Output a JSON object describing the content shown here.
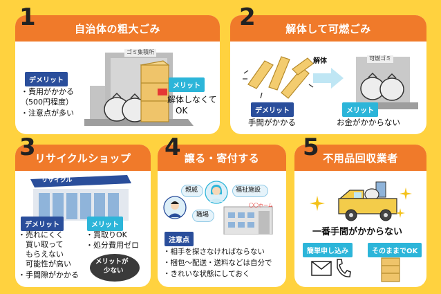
{
  "colors": {
    "background": "#FFD23F",
    "header": "#F07A2A",
    "demerit_tag": "#2A4E9B",
    "merit_tag": "#2CB5D9"
  },
  "cards": [
    {
      "number": "1",
      "title": "自治体の粗大ごみ",
      "building_sign": "ゴミ集積所",
      "demerit_label": "デメリット",
      "demerits": [
        "・費用がかかる",
        "（500円程度）",
        "・注意点が多い"
      ],
      "merit_label": "メリット",
      "merits": [
        "解体しなくて",
        "OK"
      ]
    },
    {
      "number": "2",
      "title": "解体して可燃ごみ",
      "arrow_label": "解体",
      "bin_sign": "可燃ゴミ",
      "demerit_label": "デメリット",
      "demerit": "手間がかかる",
      "merit_label": "メリット",
      "merit": "お金がかからない"
    },
    {
      "number": "3",
      "title": "リサイクルショップ",
      "shop_sign": "リサイクル",
      "demerit_label": "デメリット",
      "demerits": [
        "・売れにくく",
        "　買い取って",
        "　もらえない",
        "　可能性が高い",
        "・手間隙がかかる"
      ],
      "merit_label": "メリット",
      "merits": [
        "・買取りOK",
        "・処分費用ゼロ"
      ],
      "bubble": [
        "メリットが",
        "少ない"
      ]
    },
    {
      "number": "4",
      "title": "譲る・寄付する",
      "bubbles": [
        "親戚",
        "福祉施設",
        "職場"
      ],
      "building_sign": "〇〇ホーム",
      "note_label": "注意点",
      "notes": [
        "・相手を探さなければならない",
        "・梱包〜配送・送料などは自分で",
        "・きれいな状態にしておく"
      ]
    },
    {
      "number": "5",
      "title": "不用品回収業者",
      "headline": "一番手間がかからない",
      "merit_labels": [
        "簡単申し込み",
        "そのままでOK"
      ]
    }
  ]
}
